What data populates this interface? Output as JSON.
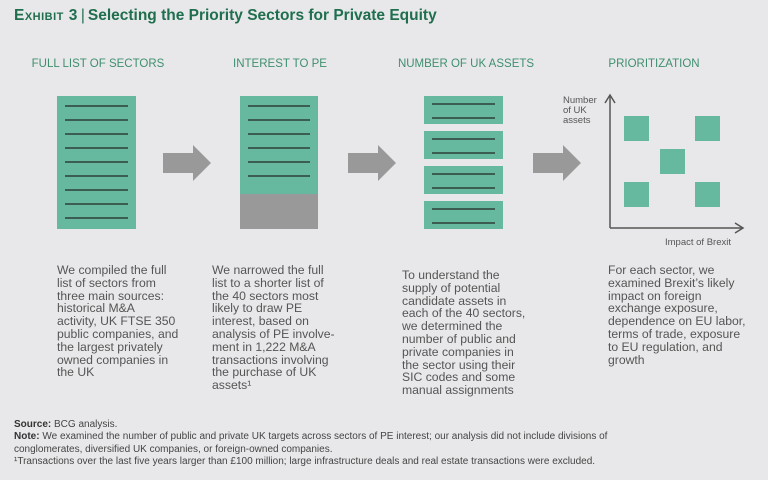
{
  "title": {
    "exhibit": "Exhibit 3",
    "separator": "|",
    "text": "Selecting the Priority Sectors for Private Equity"
  },
  "colors": {
    "green": "#66b99e",
    "title": "#1f6e4e",
    "gray": "#999999"
  },
  "steps": [
    {
      "header": "FULL LIST OF SECTORS",
      "lines": [
        "We compiled the full",
        "list of sectors from",
        "three main sources:",
        "historical M&A",
        "activity, UK FTSE 350",
        "public companies, and",
        "the largest privately",
        "owned companies in",
        "the UK"
      ]
    },
    {
      "header": "INTEREST TO PE",
      "lines": [
        "We narrowed the full",
        "list to a shorter list of",
        "the 40 sectors most",
        "likely to draw PE",
        "interest, based on",
        "analysis of PE involve-",
        "ment in 1,222 M&A",
        "transactions involving",
        "the purchase of UK",
        "assets¹"
      ]
    },
    {
      "header": "NUMBER OF UK ASSETS",
      "lines": [
        "To understand the",
        "supply of potential",
        "candidate assets in",
        "each of the 40 sectors,",
        "we determined the",
        "number of public and",
        "private companies in",
        "the sector using their",
        "SIC codes and some",
        "manual assignments"
      ]
    },
    {
      "header": "PRIORITIZATION",
      "lines": [
        "For each sector, we",
        "examined Brexit’s likely",
        "impact on foreign",
        "exchange exposure,",
        "dependence on EU labor,",
        "terms of trade, exposure",
        "to EU regulation, and",
        "growth"
      ]
    }
  ],
  "matrix": {
    "y_label_lines": [
      "Number",
      "of UK",
      "assets"
    ],
    "x_label": "Impact of Brexit"
  },
  "notes": {
    "source_label": "Source:",
    "source": " BCG analysis.",
    "note_label": "Note:",
    "note_1": " We examined the number of public and private UK targets across sectors of PE interest; our analysis did not include divisions of",
    "note_2": "conglomerates, diversified UK companies, or foreign-owned companies.",
    "footnote": "¹Transactions over the last five years larger than £100 million; large infrastructure deals and real estate transactions were excluded."
  }
}
